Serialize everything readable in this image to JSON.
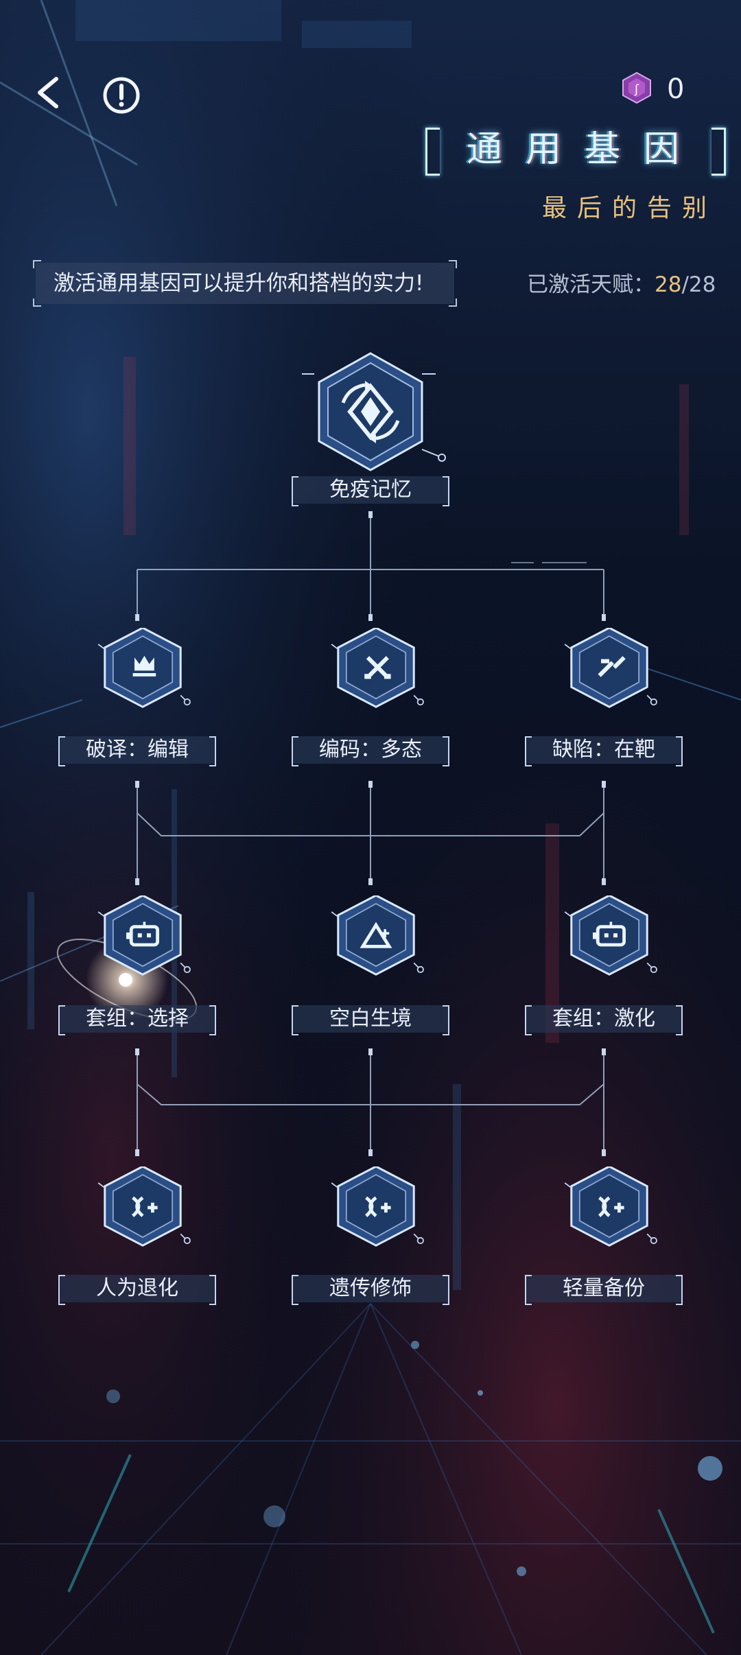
{
  "header": {
    "back_icon": "chevron-left-icon",
    "info_icon": "exclamation-circle-icon",
    "currency_icon": "purple-gem-icon",
    "currency_count": "0"
  },
  "title": {
    "main": "通用基因",
    "subtitle": "最后的告别"
  },
  "hint": {
    "text": "激活通用基因可以提升你和搭档的实力!"
  },
  "progress": {
    "label": "已激活天赋：",
    "current": "28",
    "separator": "/",
    "total": "28"
  },
  "colors": {
    "accent_gold": "#e7c27f",
    "line": "#8fa6c6",
    "hex_fill": "#1d3a66",
    "title_glow": "#78dcff"
  },
  "tree": {
    "root": {
      "label": "免疫记忆",
      "icon": "diamond-cycle-icon"
    },
    "tier1": [
      {
        "label": "破译：编辑",
        "icon": "crown-shield-icon"
      },
      {
        "label": "编码：多态",
        "icon": "crossed-swords-icon"
      },
      {
        "label": "缺陷：在靶",
        "icon": "broken-blade-icon"
      }
    ],
    "tier2": [
      {
        "label": "套组：选择",
        "icon": "robot-head-icon"
      },
      {
        "label": "空白生境",
        "icon": "triangle-plus-icon"
      },
      {
        "label": "套组：激化",
        "icon": "robot-head-icon"
      }
    ],
    "tier3": [
      {
        "label": "人为退化",
        "icon": "dna-plus-icon"
      },
      {
        "label": "遗传修饰",
        "icon": "dna-plus-icon"
      },
      {
        "label": "轻量备份",
        "icon": "dna-plus-icon"
      }
    ]
  }
}
